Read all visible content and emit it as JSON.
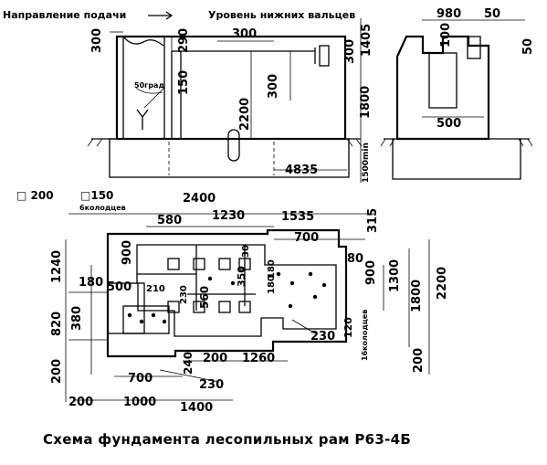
{
  "header": {
    "feed_direction": "Направление подачи",
    "lower_rollers": "Уровень нижних вальцев"
  },
  "elevation_dims": {
    "d300_left": "300",
    "d290": "290",
    "d300_top": "300",
    "d300_right": "300",
    "d1405": "1405",
    "d50grad": "50град",
    "d150": "150",
    "d300_mid": "300",
    "d2200": "2200",
    "d1800": "1800",
    "d4835": "4835",
    "d1500min": "1500min"
  },
  "side_dims": {
    "d980": "980",
    "d50_top": "50",
    "d100": "100",
    "d50_right": "50",
    "d500": "500"
  },
  "plan_dims": {
    "sq200": "□ 200",
    "sq150": "□150",
    "wells6": "6колодцев",
    "d2400": "2400",
    "d580": "580",
    "d1230": "1230",
    "d1535": "1535",
    "d315": "315",
    "d700_top": "700",
    "d900_left": "900",
    "d1240": "1240",
    "d180": "180",
    "d500": "500",
    "d210": "210",
    "d230_in": "230",
    "d560": "560",
    "d350": "350",
    "d30": "30",
    "d180_in": "180",
    "d180_in2": "180",
    "d80": "80",
    "d900_right": "900",
    "d1300": "1300",
    "d1800": "1800",
    "d2200": "2200",
    "d380": "380",
    "d820": "820",
    "d120": "120",
    "wells16": "16колодцев",
    "d230_right": "230",
    "d200_left": "200",
    "d240": "240",
    "d200_bot": "200",
    "d1260": "1260",
    "d200_right": "200",
    "d700_bot": "700",
    "d230_bot": "230",
    "d200_bl": "200",
    "d1000": "1000",
    "d1400": "1400"
  },
  "caption": "Схема фундамента лесопильных рам Р63-4Б"
}
